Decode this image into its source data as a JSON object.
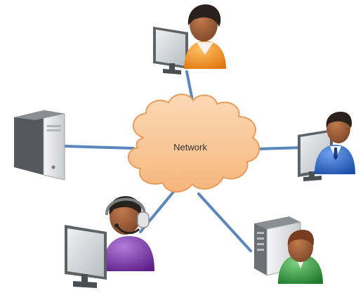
{
  "diagram": {
    "cloud_label": "Network",
    "colors": {
      "cloud_fill": "#F9C89B",
      "cloud_stroke": "#E99B5C",
      "link": "#5B86BE",
      "monitor_frame": "#5F6366",
      "monitor_screen": "#D3D7DA",
      "server_body": "#E8E9EA",
      "server_dark": "#54585C",
      "person_orange": "#F08A1C",
      "person_blue": "#2D66C6",
      "person_purple": "#7B2FA8",
      "person_green": "#2F9A3A",
      "skin": "#8B5A3C",
      "hair": "#2A211C"
    },
    "nodes": [
      {
        "name": "user-orange-workstation",
        "icon": "person-computer-icon"
      },
      {
        "name": "user-blue-workstation",
        "icon": "person-computer-icon"
      },
      {
        "name": "user-purple-headset-workstation",
        "icon": "person-headset-computer-icon"
      },
      {
        "name": "user-green-server",
        "icon": "person-server-icon"
      },
      {
        "name": "standalone-server",
        "icon": "server-tower-icon"
      }
    ]
  }
}
